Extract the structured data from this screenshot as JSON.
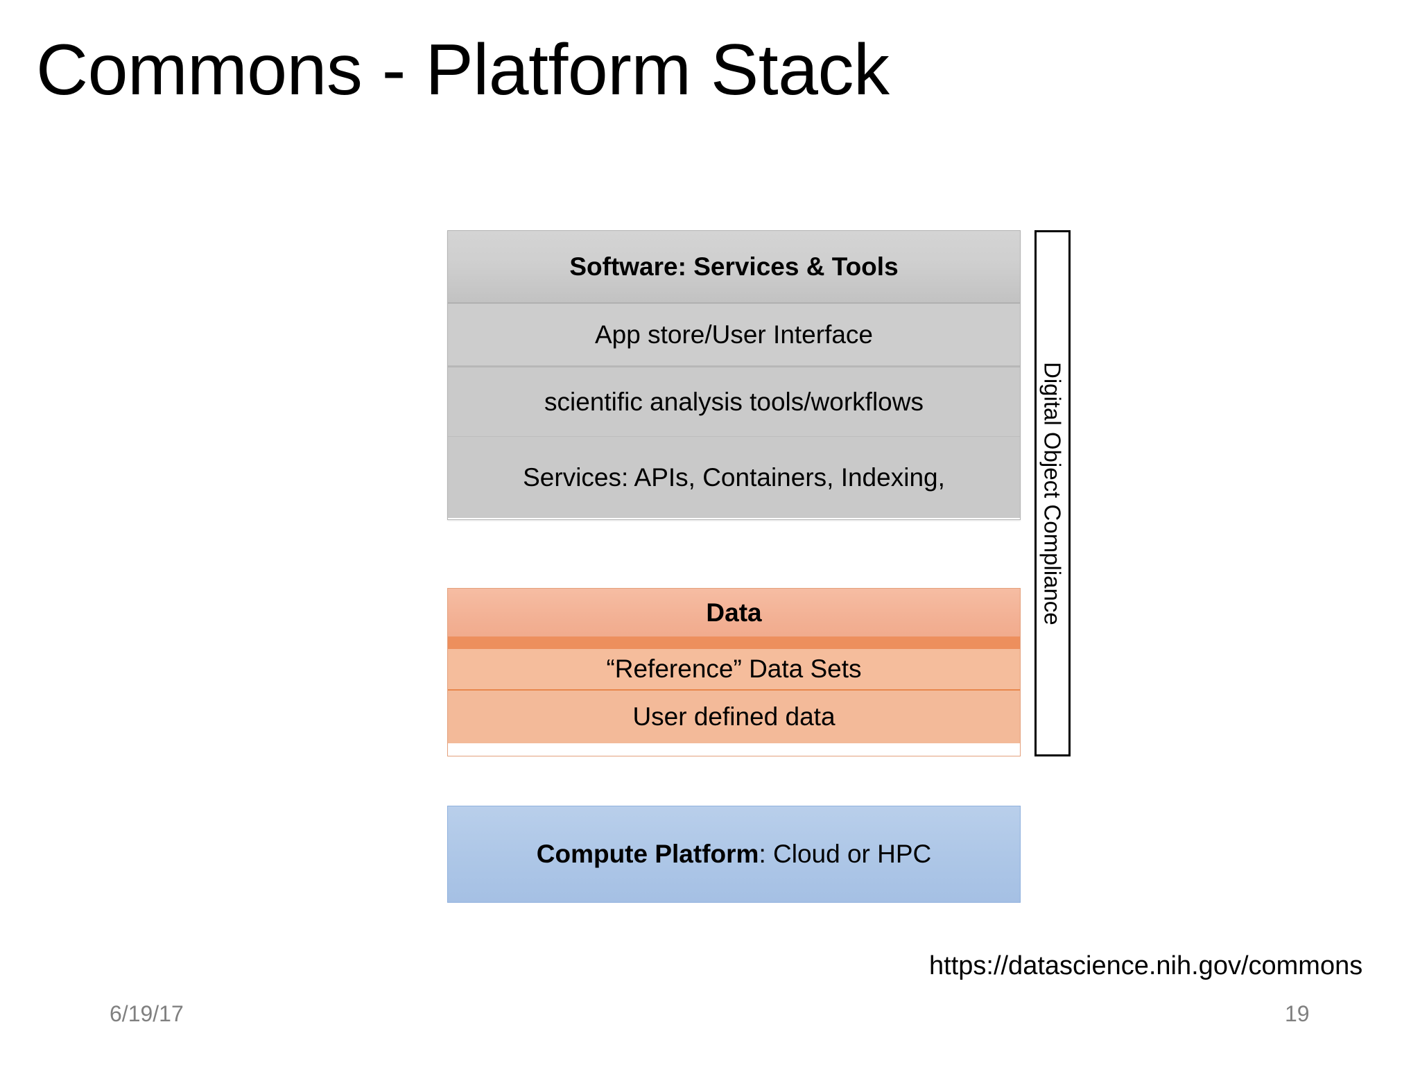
{
  "slide": {
    "title": "Commons - Platform Stack",
    "page_number": "19",
    "date": "6/19/17",
    "url": "https://datascience.nih.gov/commons"
  },
  "diagram": {
    "software": {
      "header": "Software: Services & Tools",
      "rows": [
        "App store/User Interface",
        "scientific analysis tools/workflows",
        "Services:  APIs, Containers, Indexing,"
      ],
      "fill_color": "#cacaca",
      "header_fill_color": "#cfcfcf"
    },
    "data": {
      "header": "Data",
      "rows": [
        "“Reference” Data Sets",
        "User defined data"
      ],
      "fill_color": "#f3ba99",
      "divider_color": "#ed8f5d"
    },
    "compute": {
      "label_bold": "Compute Platform",
      "label_rest": ": Cloud or HPC",
      "fill_color": "#aec7e7"
    },
    "compliance": {
      "label": "Digital Object Compliance",
      "border_color": "#000000"
    }
  }
}
